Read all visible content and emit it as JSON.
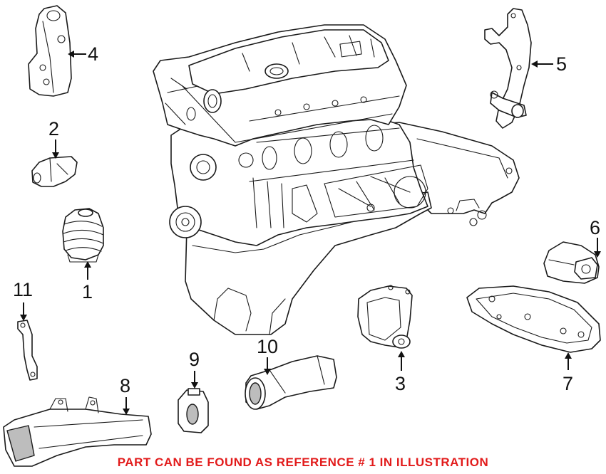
{
  "caption": "PART CAN BE FOUND AS REFERENCE # 1 IN ILLUSTRATION",
  "caption_color": "#e21b1b",
  "references": {
    "r1": "1",
    "r2": "2",
    "r3": "3",
    "r4": "4",
    "r5": "5",
    "r6": "6",
    "r7": "7",
    "r8": "8",
    "r9": "9",
    "r10": "10",
    "r11": "11"
  }
}
